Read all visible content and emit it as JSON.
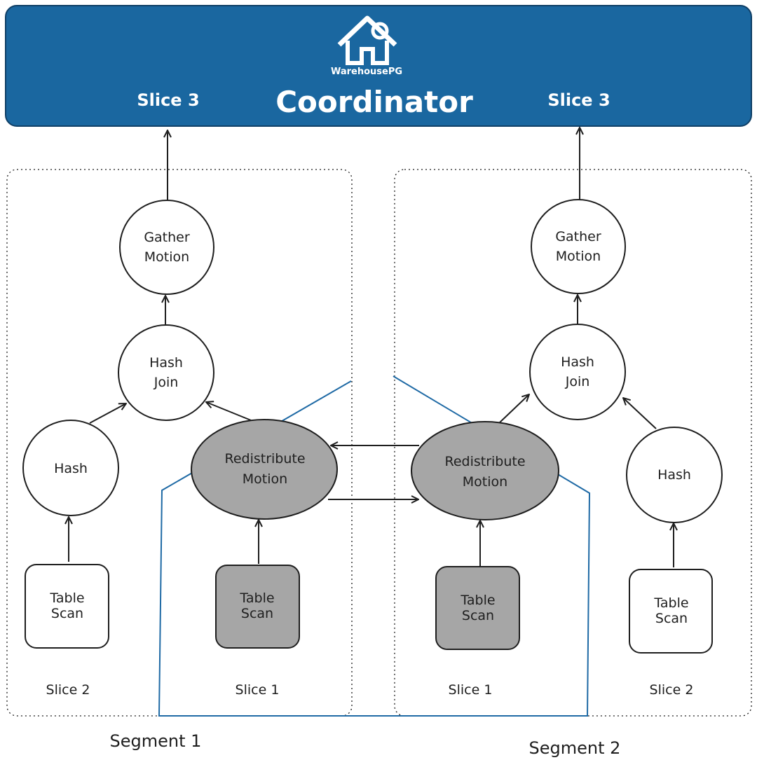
{
  "colors": {
    "header_bg": "#1a67a0",
    "node_fill": "#ffffff",
    "highlight_fill": "#a6a6a6",
    "stroke": "#1e1e1e",
    "redistribution_path": "#1f6aa5"
  },
  "header": {
    "logo_icon": "warehouse-house-icon",
    "brand": "WarehousePG",
    "title": "Coordinator",
    "slice_left": "Slice 3",
    "slice_right": "Slice 3"
  },
  "segment1": {
    "label": "Segment 1",
    "gather": [
      "Gather",
      "Motion"
    ],
    "hash_join": [
      "Hash",
      "Join"
    ],
    "hash": "Hash",
    "redistribute": [
      "Redistribute",
      "Motion"
    ],
    "scan_left": [
      "Table",
      "Scan"
    ],
    "scan_right": [
      "Table",
      "Scan"
    ],
    "slice_left": "Slice 2",
    "slice_right": "Slice 1"
  },
  "segment2": {
    "label": "Segment 2",
    "gather": [
      "Gather",
      "Motion"
    ],
    "hash_join": [
      "Hash",
      "Join"
    ],
    "hash": "Hash",
    "redistribute": [
      "Redistribute",
      "Motion"
    ],
    "scan_left": [
      "Table",
      "Scan"
    ],
    "scan_right": [
      "Table",
      "Scan"
    ],
    "slice_left": "Slice 1",
    "slice_right": "Slice 2"
  }
}
